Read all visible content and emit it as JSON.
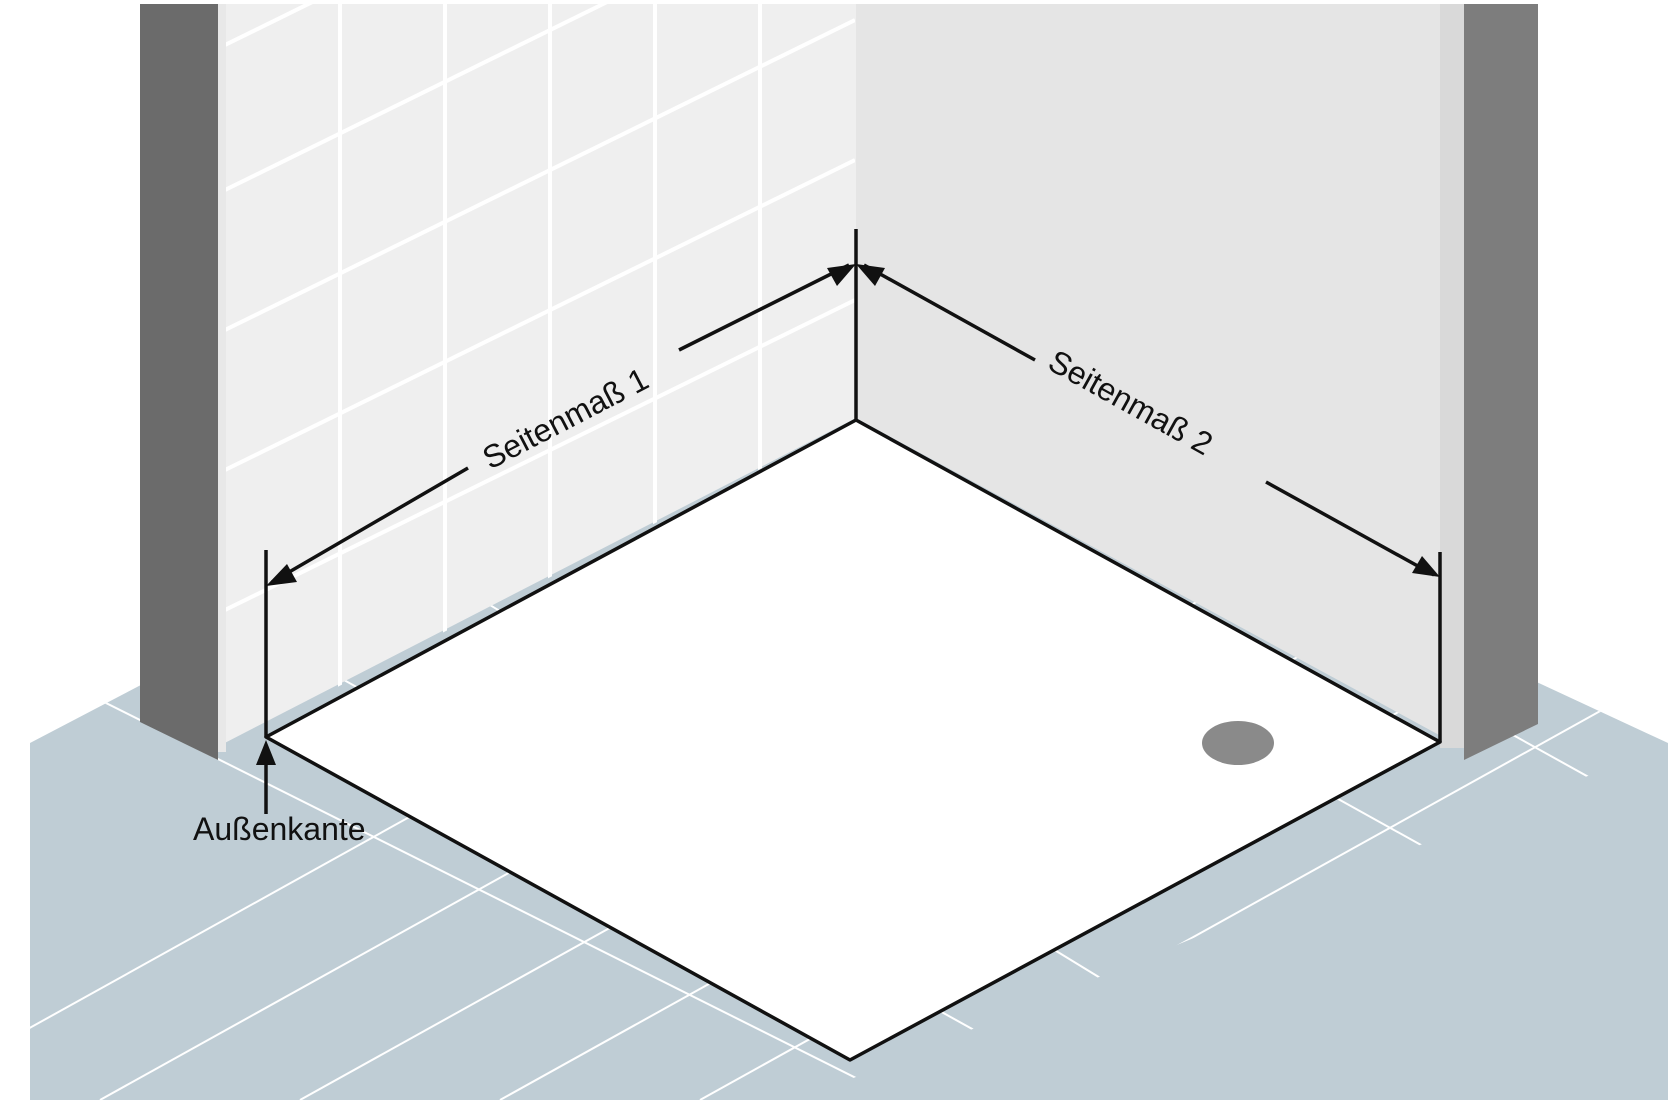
{
  "labels": {
    "side1": "Seitenmaß 1",
    "side2": "Seitenmaß 2",
    "outer_edge": "Außenkante"
  },
  "colors": {
    "floor_tile": "#bfcdd5",
    "tile_wall": "#efefef",
    "plain_wall": "#e5e5e5",
    "wall_edge_left": "#6b6b6b",
    "wall_edge_right": "#7d7d7d",
    "tray": "#ffffff",
    "drain": "#8a8a8a",
    "line": "#111111"
  },
  "icons": {
    "drain": "drain-icon",
    "arrow": "arrowhead-icon"
  }
}
